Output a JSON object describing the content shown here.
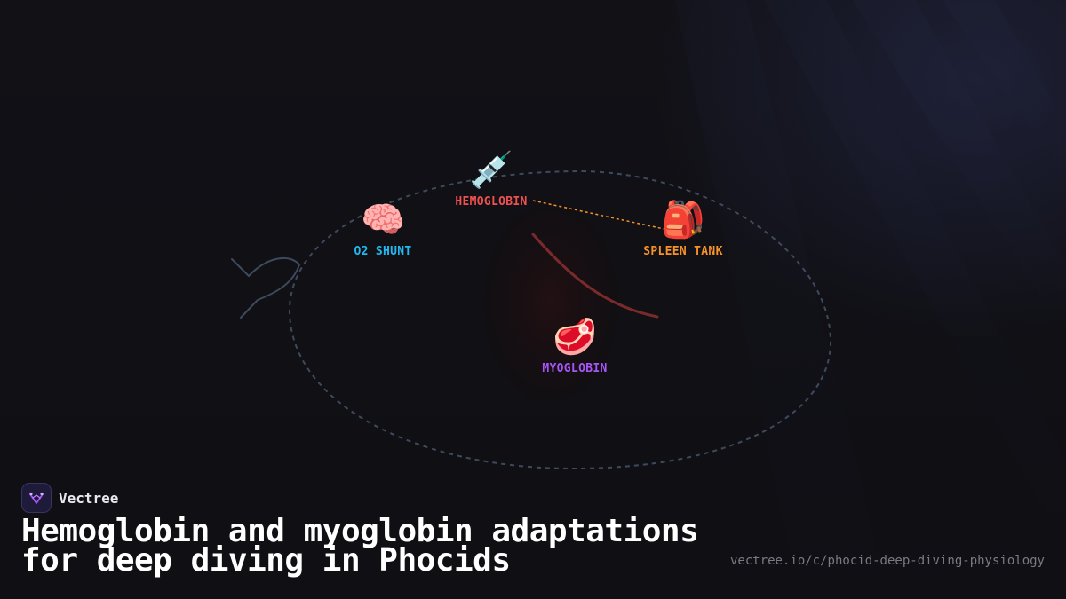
{
  "diagram": {
    "nodes": [
      {
        "id": "hemoglobin",
        "emoji": "💉",
        "label": "HEMOGLOBIN",
        "color": "#f0504f"
      },
      {
        "id": "o2-shunt",
        "emoji": "🧠",
        "label": "O2 SHUNT",
        "color": "#22b8f0"
      },
      {
        "id": "spleen-tank",
        "emoji": "🎒",
        "label": "SPLEEN TANK",
        "color": "#f5922a"
      },
      {
        "id": "myoglobin",
        "emoji": "🥩",
        "label": "MYOGLOBIN",
        "color": "#a855f7"
      }
    ],
    "links": [
      {
        "from": "hemoglobin",
        "to": "spleen-tank",
        "style": "dotted",
        "color": "#f5922a"
      },
      {
        "from": "hemoglobin",
        "to": "myoglobin",
        "style": "curve",
        "color": "#7a2a2a"
      }
    ]
  },
  "footer": {
    "brand": "Vectree",
    "title": "Hemoglobin and myoglobin adaptations for deep diving in Phocids",
    "url": "vectree.io/c/phocid-deep-diving-physiology"
  },
  "colors": {
    "background": "#0f0f14",
    "orbit": "#3d4a5e",
    "accent_glow": "#2a2f55"
  }
}
